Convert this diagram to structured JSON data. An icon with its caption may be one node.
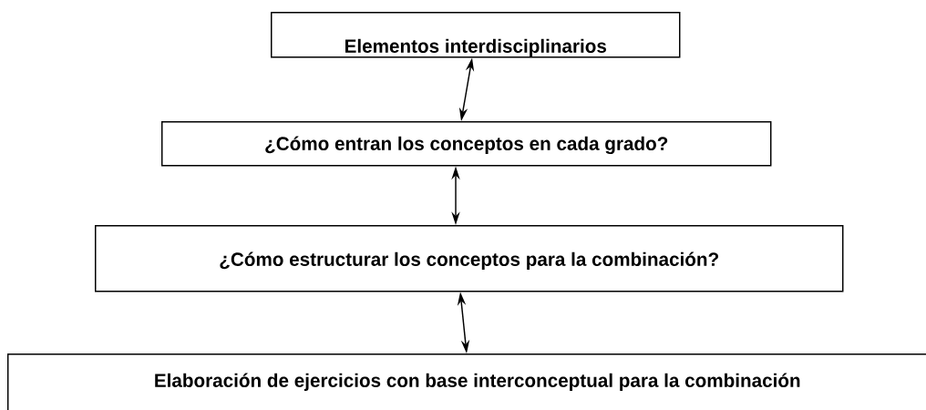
{
  "diagram": {
    "nodes": [
      {
        "text": [
          "Elementos interdisciplinarios"
        ]
      },
      {
        "text": [
          "¿Cómo entran los conceptos en cada grado?"
        ]
      },
      {
        "text": [
          "¿Cómo estructurar los conceptos para la combinación?"
        ]
      },
      {
        "text": [
          "Elaboración de ejercicios con base interconceptual para la combinación"
        ]
      }
    ],
    "edges": [
      {
        "from": 0,
        "to": 1,
        "arrow": "both"
      },
      {
        "from": 1,
        "to": 2,
        "arrow": "both"
      },
      {
        "from": 2,
        "to": 3,
        "arrow": "both"
      }
    ]
  }
}
